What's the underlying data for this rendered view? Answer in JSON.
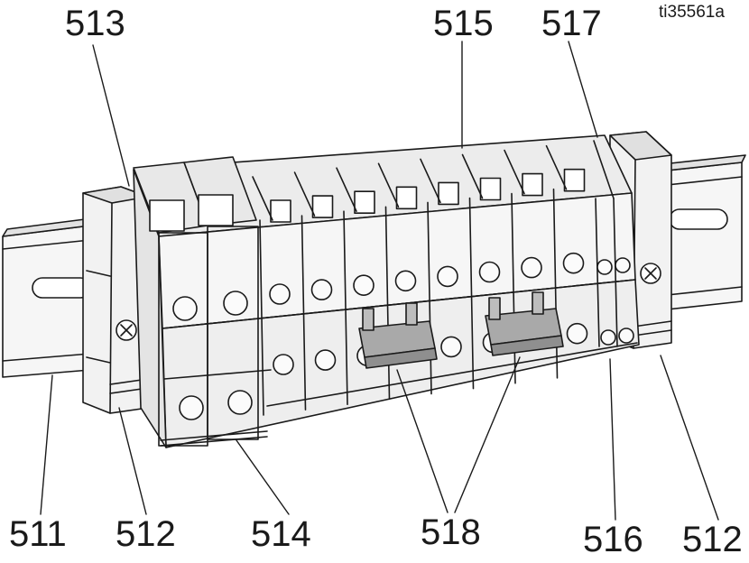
{
  "figure_id": "ti35561a",
  "callouts": {
    "c511": "511",
    "c512_left": "512",
    "c512_right": "512",
    "c513": "513",
    "c514": "514",
    "c515": "515",
    "c516": "516",
    "c517": "517",
    "c518": "518"
  },
  "colors": {
    "line": "#1a1a1a",
    "part_fill": "#f4f4f4",
    "face_fill": "#e6e6e6",
    "shadow_fill": "#cfcfcf",
    "jumper_fill": "#a9a9a9"
  }
}
